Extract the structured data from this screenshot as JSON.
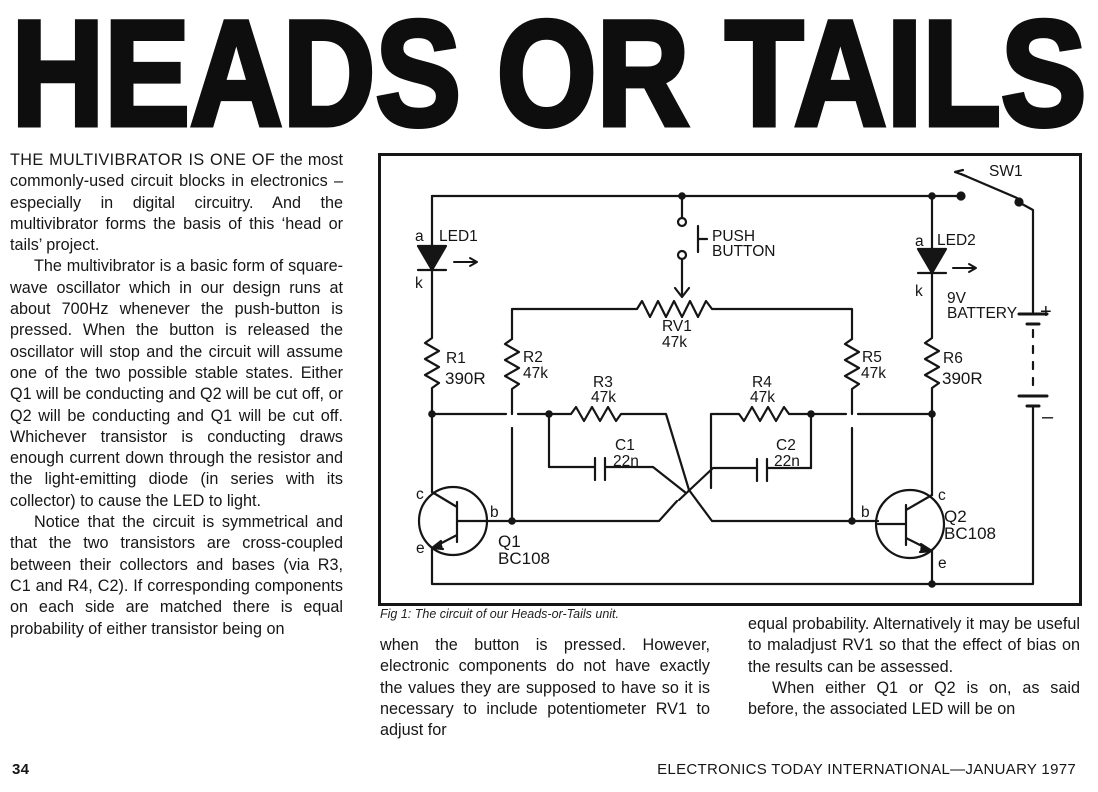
{
  "title": "HEADS OR TAILS",
  "column1": [
    {
      "lead": "THE MULTIVIBRATOR IS ONE OF",
      "text": "the most commonly-used circuit blocks in electronics – especially in digital circuitry. And the multivibrator forms the basis of this ‘head or tails’ project."
    },
    {
      "text": "The multivibrator is a basic form of square-wave oscillator which in our design runs at about 700Hz whenever the push-button is pressed. When the button is released the oscillator will stop and the circuit will assume one of the two possible stable states. Either Q1 will be conducting and Q2 will be cut off, or Q2 will be conducting and Q1 will be cut off. Whichever transistor is conducting draws enough current down through the resistor and the light-emitting diode (in series with its collector) to cause the LED to light."
    },
    {
      "text": "Notice that the circuit is symmetrical and that the two transistors are cross-coupled between their collectors and bases (via R3, C1 and R4, C2). If corresponding components on each side are matched there is equal probability of either transistor being on"
    }
  ],
  "column2": [
    {
      "text": "when the button is pressed. However, electronic components do not have exactly the values they are supposed to have so it is necessary to include potentiometer RV1 to adjust for"
    }
  ],
  "column3": [
    {
      "text": "equal probability. Alternatively it may be useful to maladjust RV1 so that the effect of bias on the results can be assessed."
    },
    {
      "text": "When either Q1 or Q2 is on, as said before, the associated LED will be on"
    }
  ],
  "figure": {
    "caption": "Fig 1: The circuit of our Heads-or-Tails unit.",
    "labels": {
      "sw1": "SW1",
      "push1": "PUSH",
      "push2": "BUTTON",
      "led1": "LED1",
      "led2": "LED2",
      "led1_a": "a",
      "led1_k": "k",
      "led2_a": "a",
      "led2_k": "k",
      "batt1": "9V",
      "batt2": "BATTERY",
      "plus": "+",
      "minus": "–",
      "rv1": "RV1",
      "rv1_val": "47k",
      "r1": "R1",
      "r1_val": "390R",
      "r2": "R2",
      "r2_val": "47k",
      "r3": "R3",
      "r3_val": "47k",
      "r4": "R4",
      "r4_val": "47k",
      "r5": "R5",
      "r5_val": "47k",
      "r6": "R6",
      "r6_val": "390R",
      "c1": "C1",
      "c1_val": "22n",
      "c2": "C2",
      "c2_val": "22n",
      "q1": "Q1",
      "q1_type": "BC108",
      "q2": "Q2",
      "q2_type": "BC108",
      "q1_c": "c",
      "q1_b": "b",
      "q1_e": "e",
      "q2_c": "c",
      "q2_b": "b",
      "q2_e": "e"
    }
  },
  "footer": {
    "page": "34",
    "journal": "ELECTRONICS TODAY INTERNATIONAL—JANUARY 1977"
  }
}
